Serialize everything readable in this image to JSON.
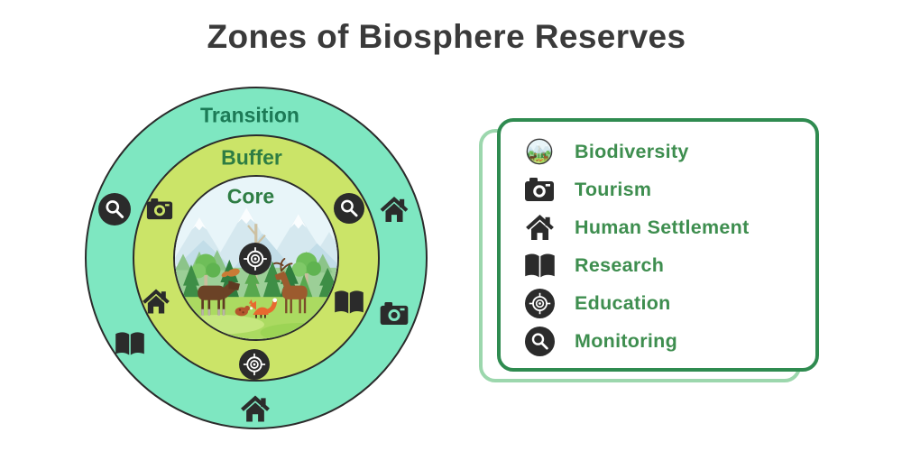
{
  "title": "Zones of Biosphere Reserves",
  "colors": {
    "transition_fill": "#7EE7C1",
    "buffer_fill": "#CBE468",
    "circle_outline": "#2B2B2B",
    "icon_color": "#2B2B2B",
    "title_color": "#3A3A3A",
    "transition_label_color": "#1C7A56",
    "buffer_label_color": "#2E7D43",
    "core_label_color": "#2E7D44",
    "legend_border": "#2F8B50",
    "legend_back_border": "#9CD7AD",
    "legend_text_color": "#3E8E4F"
  },
  "zones": [
    {
      "label": "Transition"
    },
    {
      "label": "Buffer"
    },
    {
      "label": "Core"
    }
  ],
  "ring_icons": {
    "transition": [
      "search-icon",
      "home-icon",
      "camera-icon",
      "book-icon",
      "home-icon"
    ],
    "buffer": [
      "camera-icon",
      "search-icon",
      "home-icon",
      "book-icon",
      "target-icon"
    ],
    "core": [
      "target-icon"
    ]
  },
  "legend": {
    "items": [
      {
        "icon": "biodiversity-icon",
        "label": "Biodiversity"
      },
      {
        "icon": "camera-icon",
        "label": "Tourism"
      },
      {
        "icon": "home-icon",
        "label": "Human Settlement"
      },
      {
        "icon": "book-icon",
        "label": "Research"
      },
      {
        "icon": "target-icon",
        "label": "Education"
      },
      {
        "icon": "search-icon",
        "label": "Monitoring"
      }
    ]
  }
}
